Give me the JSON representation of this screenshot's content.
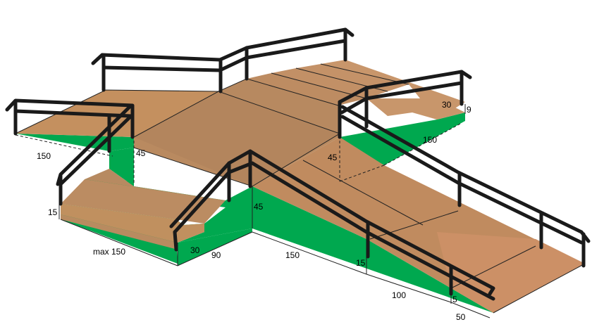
{
  "colors": {
    "surface": "#b9875d",
    "surface_light": "#c99468",
    "side": "#00a84f",
    "rail": "#1a1a1a",
    "line": "#222222"
  },
  "dimensions": {
    "left_ramp_length": "150",
    "left_platform_height": "45",
    "step_height_left": "15",
    "stairs_width": "max 150",
    "step_depth_front": "30",
    "stairs_front_depth": "90",
    "center_height": "45",
    "front_ramp_length": "150",
    "front_ramp_height": "15",
    "rail_extension": "100",
    "end_height": "5",
    "end_width": "50",
    "right_height": "45",
    "right_ramp_length": "150",
    "back_step_depth": "30",
    "back_step_height": "9"
  }
}
